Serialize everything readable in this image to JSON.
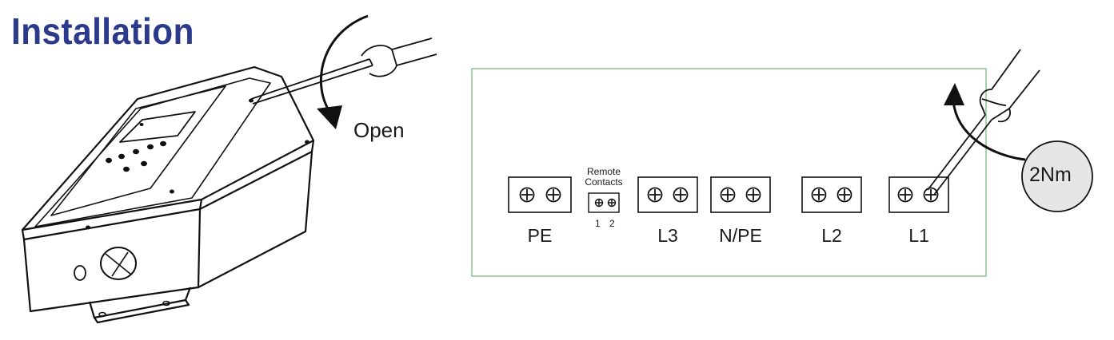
{
  "title": "Installation",
  "open_label": "Open",
  "torque_label": "2Nm",
  "remote_contacts": {
    "line1": "Remote",
    "line2": "Contacts",
    "pin1": "1",
    "pin2": "2"
  },
  "terminals": [
    "PE",
    "L3",
    "N/PE",
    "L2",
    "L1"
  ],
  "colors": {
    "title": "#2b3a8a",
    "panel_border": "#8fc79a",
    "badge_fill": "#e6e6e6"
  }
}
